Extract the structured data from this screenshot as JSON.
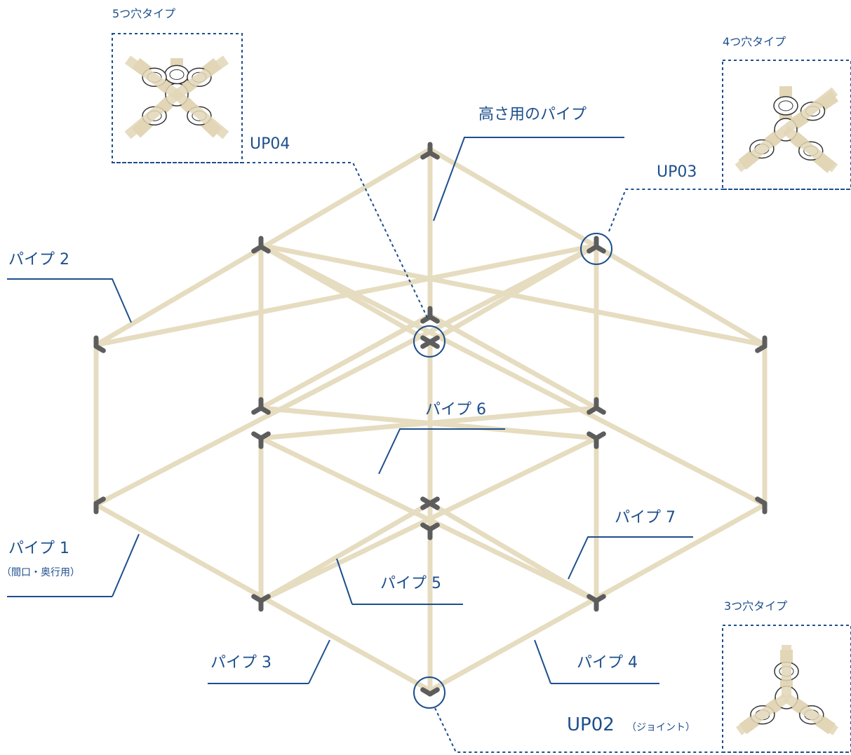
{
  "labels": {
    "type5": "5つ穴タイプ",
    "type4": "4つ穴タイプ",
    "type3": "3つ穴タイプ",
    "up04": "UP04",
    "up03": "UP03",
    "up02": "UP02",
    "up02_note": "（ジョイント）",
    "height_pipe": "高さ用のパイプ",
    "pipe1": "パイプ 1",
    "pipe1_note": "（間口・奥行用）",
    "pipe2": "パイプ 2",
    "pipe3": "パイプ 3",
    "pipe4": "パイプ 4",
    "pipe5": "パイプ 5",
    "pipe6": "パイプ 6",
    "pipe7": "パイプ 7"
  },
  "colors": {
    "pipe": "#e6dcc0",
    "joint": "#5d5d5d",
    "line": "#1d4f8c",
    "text": "#1d4f8c"
  }
}
